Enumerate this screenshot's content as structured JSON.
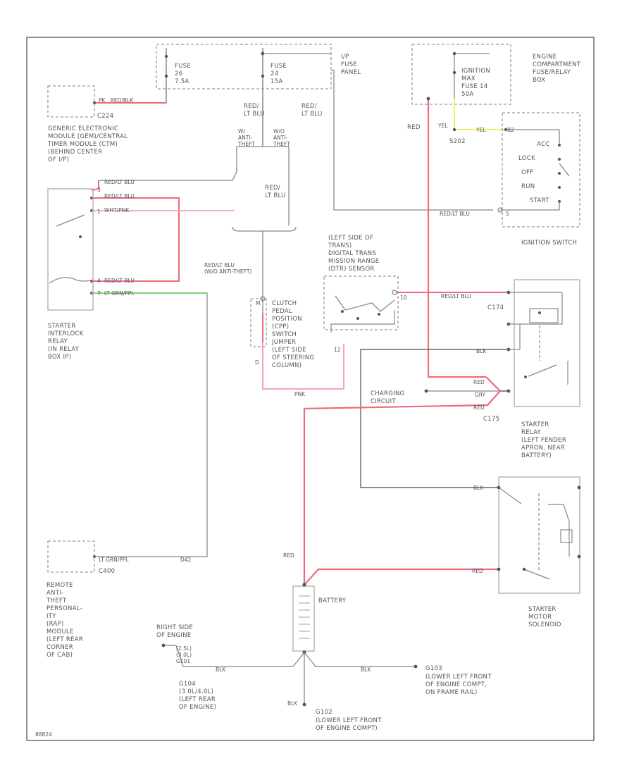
{
  "colors": {
    "red": "#ef6b7b",
    "pink": "#f6a4b4",
    "yellow": "#f2ef66",
    "green": "#6fcf6a",
    "black": "#555555",
    "gray": "#aaaaaa"
  },
  "fuses": {
    "fuse26_label": "FUSE\n26\n7.5A",
    "fuse24_label": "FUSE\n24\n15A",
    "ip_panel_label": "I/P\nFUSE\nPANEL",
    "ecfrb_label": "ENGINE\nCOMPARTMENT\nFUSE/RELAY\nBOX",
    "ign_fuse_label": "IGNITION\nMAX\nFUSE 14\n50A"
  },
  "gem": {
    "wire_label": "PK   RED/BLK",
    "connector": "C224",
    "label": "GENERIC ELECTRONIC\nMODULE (GEM)/CENTRAL\nTIMER MODULE (CTM)\n(BEHIND CENTER\nOF I/P)"
  },
  "ip_wires": {
    "red_lt_blu_a": "RED/\nLT BLU",
    "red_lt_blu_b": "RED/\nLT BLU",
    "red_lt_blu_c": "RED/\nLT BLU",
    "splice_s202": "S202",
    "yel_a": "YEL",
    "yel_b": "YEL",
    "red_a": "RED",
    "w_a": "W/\nANTI-\nTHEFT",
    "wo_a": "W/O\nANTI-\nTHEFT",
    "red_lt_blu_wo": "RED/LT BLU\n(W/O ANTI-THEFT)",
    "ign_red_blk": "RED/LT BLU"
  },
  "ignition_switch": {
    "positions": [
      "ACC",
      "LOCK",
      "OFF",
      "RUN",
      "START"
    ],
    "label": "IGNITION SWITCH",
    "pin_a": "B2",
    "pin_b": "S"
  },
  "interlock_relay": {
    "wire1": "RED/LT BLU",
    "wire2": "RED/LT BLU",
    "wire3": "WHT/PNK",
    "wire4": "RED/LT BLU",
    "wire5": "LT GRN/PPL",
    "label": "STARTER\nINTERLOCK\nRELAY\n(IN RELAY\nBOX IP)",
    "pin1": "3",
    "pin2": "4",
    "pin3": "1",
    "pin4": "7"
  },
  "clutch": {
    "label": "CLUTCH\nPEDAL\nPOSITION\n(CPP)\nSWITCH\nJUMPER\n(LEFT SIDE\nOF STEERING\nCOLUMN)",
    "pin_m": "M",
    "pin_d": "D",
    "wire_pnk": "PNK"
  },
  "dtr": {
    "label": "(LEFT SIDE OF\nTRANS)\nDIGITAL TRANS\nMISSION RANGE\n(DTR) SENSOR",
    "pin_10": "10",
    "pin_12": "12"
  },
  "starter_relay": {
    "wire_red_blu": "RED/LT BLU",
    "wire_blk": "BLK",
    "wire_red1": "RED",
    "wire_gry": "GRY",
    "wire_red2": "RED",
    "connector1": "C174",
    "connector2": "C175",
    "charging": "CHARGING\nCIRCUIT",
    "label": "STARTER\nRELAY\n(LEFT FENDER\nAPRON, NEAR\nBATTERY)"
  },
  "solenoid": {
    "wire_blk": "BLK",
    "wire_red": "RED",
    "label": "STARTER\nMOTOR\nSOLENOID"
  },
  "battery": {
    "label": "BATTERY",
    "wire_red": "RED"
  },
  "rap": {
    "wire": "LT GRN/PPL",
    "pin": "D42",
    "connector": "C400",
    "label": "REMOTE\nANTI-\nTHEFT\nPERSONAL-\nITY\n(RAP)\nMODULE\n(LEFT REAR\nCORNER\nOF CAB)"
  },
  "grounds": {
    "g1_label": "RIGHT SIDE\nOF ENGINE",
    "g1_tag": "(2.5L)\n(3.0L)\nG101",
    "g1_wire": "BLK",
    "g2_label": "G104\n(3.0L/4.0L)\n(LEFT REAR\nOF ENGINE)",
    "g3_tag": "G103",
    "g3_label": "(LOWER LEFT FRONT\nOF ENGINE COMPT,\nON FRAME RAIL)",
    "g3_wire": "BLK",
    "g4_tag": "G102",
    "g4_label": "(LOWER LEFT FRONT\nOF ENGINE COMPT)",
    "g4_wire": "BLK"
  },
  "footer": {
    "code": "88824"
  }
}
